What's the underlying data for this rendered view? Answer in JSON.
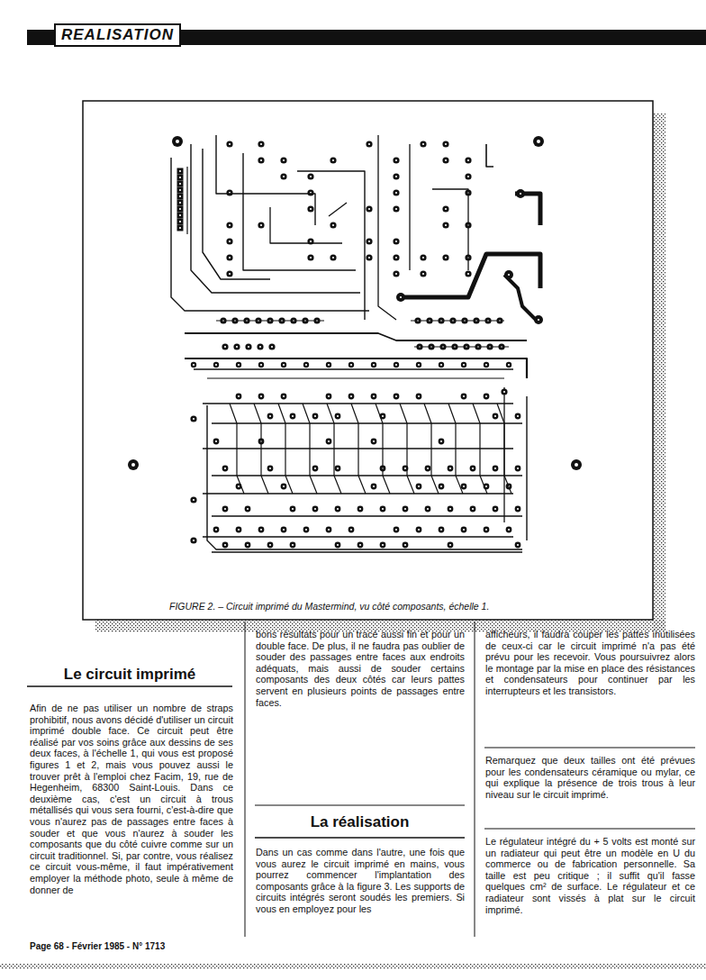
{
  "diagram": {
    "caption": "FIGURE 2. – Circuit imprimé du Mastermind, vu côté composants, échelle 1.",
    "labels": [
      "REALISATION",
      "Le circuit imprimé",
      "Afin de ne pas utiliser un nombre de straps prohibitif, nous avons décidé d'utiliser un circuit imprimé double face. Ce circuit peut être réalisé par vos soins grâce aux dessins de ses deux faces, à l'échelle 1, qui vous est proposé figures 1 et 2, mais vous pouvez aussi le trouver prêt à l'emploi chez Facim, 19, rue de Hegenheim, 68300 Saint-Louis. Dans ce deuxième cas, c'est un circuit à trous métallisés qui vous sera fourni, c'est-à-dire que vous n'aurez pas de passages entre faces à souder et que vous n'aurez à souder les composants que du côté cuivre comme sur un circuit traditionnel. Si, par contre, vous réalisez ce circuit vous-même, il faut impérativement employer la méthode photo, seule à même de donner de",
      "bons résultats pour un tracé aussi fin et pour un double face. De plus, il ne faudra pas oublier de souder des passages entre faces aux endroits adéquats, mais aussi de souder certains composants des deux côtés car leurs pattes servent en plusieurs points de passages entre faces.",
      "La réalisation",
      "Dans un cas comme dans l'autre, une fois que vous aurez le circuit imprimé en mains, vous pourrez commencer l'implantation des composants grâce à la figure 3. Les supports de circuits intégrés seront soudés les premiers. Si vous en employez pour les",
      "afficheurs, il faudra couper les pattes inutilisées de ceux-ci car le circuit imprimé n'a pas été prévu pour les recevoir. Vous poursuivrez alors le montage par la mise en place des résistances et condensateurs pour continuer par les interrupteurs et les transistors.",
      "Remarquez que deux tailles ont été prévues pour les condensateurs céramique ou mylar, ce qui explique la présence de trois trous à leur niveau sur le circuit imprimé.",
      "Le régulateur intégré du + 5 volts est monté sur un radiateur qui peut être un modèle en U du commerce ou de fabrication personnelle. Sa taille est peu critique ; il suffit qu'il fasse quelques cm² de surface. Le régulateur et ce radiateur sont vissés à plat sur le circuit imprimé.",
      "Page 68 - Février 1985 - N° 1713"
    ]
  }
}
